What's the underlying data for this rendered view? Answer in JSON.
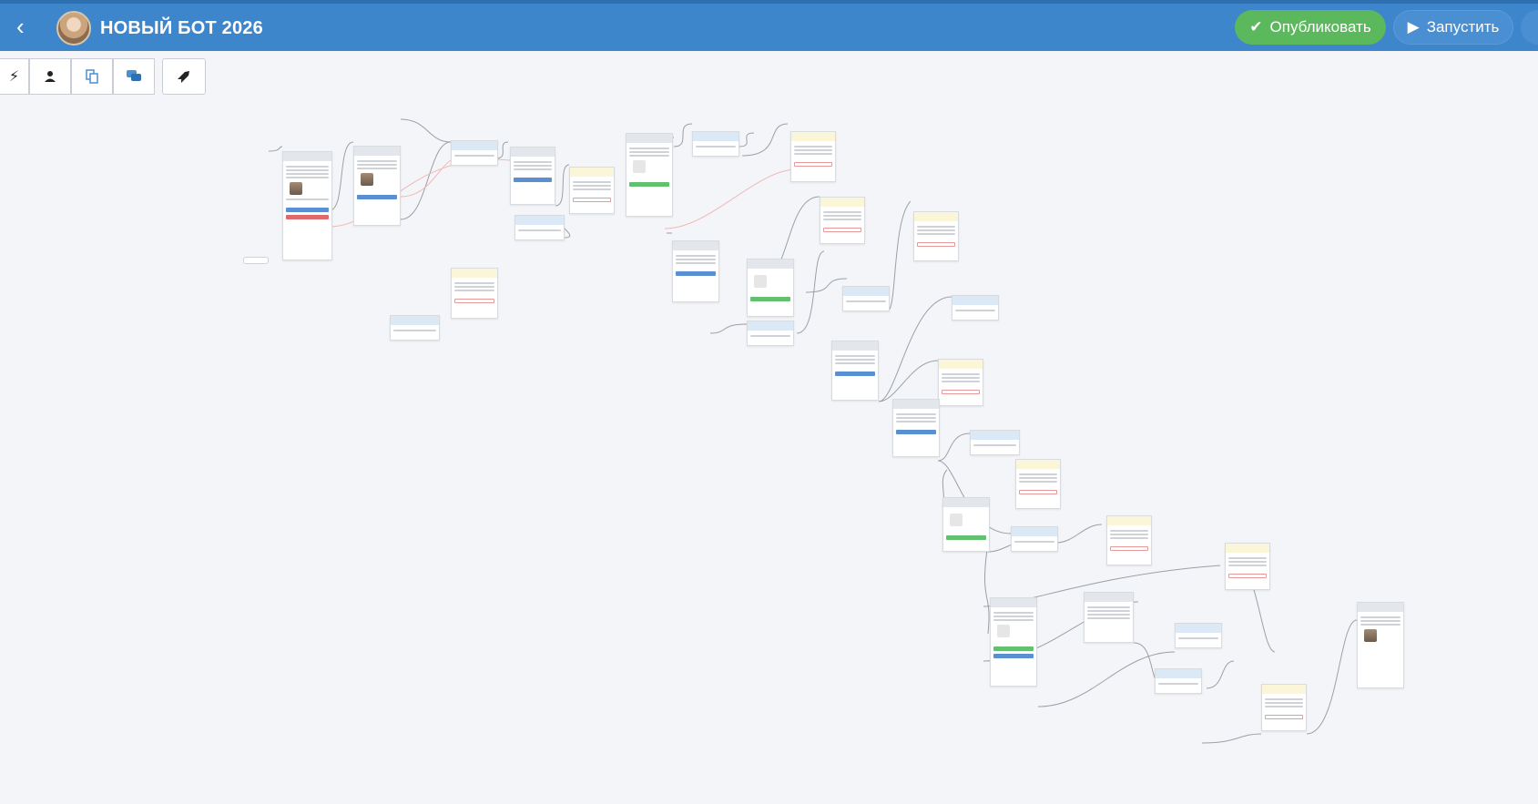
{
  "header": {
    "title": "НОВЫЙ БОТ 2026",
    "publish_label": "Опубликовать",
    "run_label": "Запустить"
  },
  "icons": {
    "back": "chevron-left-icon",
    "publish": "check-icon",
    "run": "play-icon",
    "toolbar": [
      "bolt-icon",
      "user-icon",
      "copy-icon",
      "comments-icon",
      "rocket-icon"
    ]
  },
  "colors": {
    "header_bg": "#3e86cb",
    "publish_bg": "#5cb85c",
    "run_bg": "#4a8fd1",
    "canvas_bg": "#f4f5f8"
  }
}
